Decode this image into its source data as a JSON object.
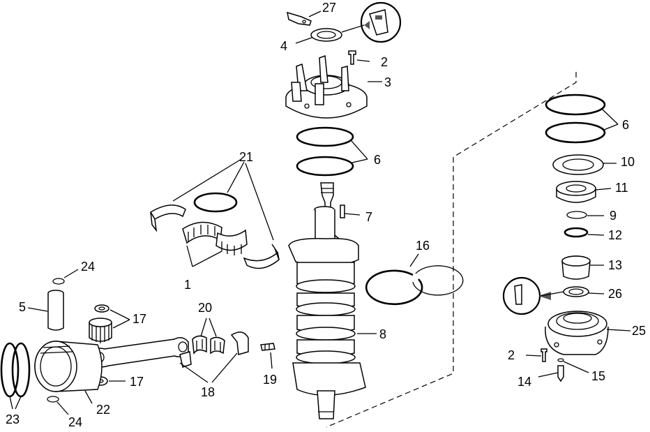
{
  "diagram": {
    "callouts": [
      {
        "id": "c27",
        "text": "27"
      },
      {
        "id": "c4",
        "text": "4"
      },
      {
        "id": "c2a",
        "text": "2"
      },
      {
        "id": "c3",
        "text": "3"
      },
      {
        "id": "c6a",
        "text": "6"
      },
      {
        "id": "c21",
        "text": "21"
      },
      {
        "id": "c7",
        "text": "7"
      },
      {
        "id": "c1",
        "text": "1"
      },
      {
        "id": "c16",
        "text": "16"
      },
      {
        "id": "c24a",
        "text": "24"
      },
      {
        "id": "c5",
        "text": "5"
      },
      {
        "id": "c17a",
        "text": "17"
      },
      {
        "id": "c20",
        "text": "20"
      },
      {
        "id": "c8",
        "text": "8"
      },
      {
        "id": "c17b",
        "text": "17"
      },
      {
        "id": "c18",
        "text": "18"
      },
      {
        "id": "c19",
        "text": "19"
      },
      {
        "id": "c22",
        "text": "22"
      },
      {
        "id": "c23",
        "text": "23"
      },
      {
        "id": "c24b",
        "text": "24"
      },
      {
        "id": "c6b",
        "text": "6"
      },
      {
        "id": "c10",
        "text": "10"
      },
      {
        "id": "c11",
        "text": "11"
      },
      {
        "id": "c9",
        "text": "9"
      },
      {
        "id": "c12",
        "text": "12"
      },
      {
        "id": "c13",
        "text": "13"
      },
      {
        "id": "c26",
        "text": "26"
      },
      {
        "id": "c25",
        "text": "25"
      },
      {
        "id": "c2b",
        "text": "2"
      },
      {
        "id": "c15",
        "text": "15"
      },
      {
        "id": "c14",
        "text": "14"
      }
    ]
  }
}
